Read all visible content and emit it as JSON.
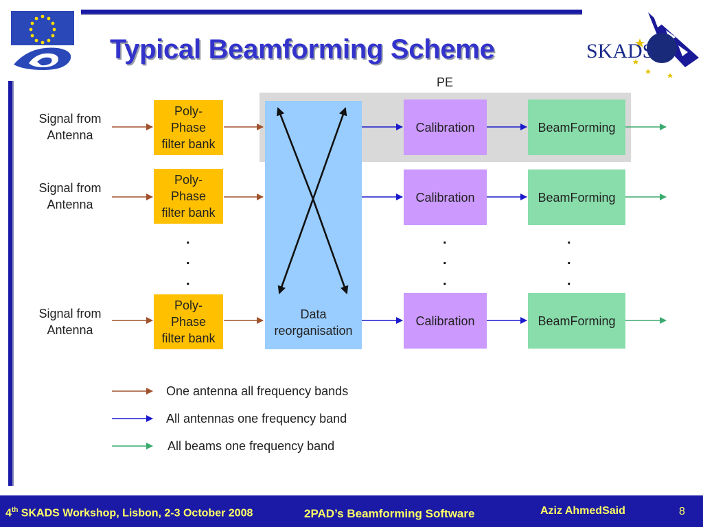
{
  "title": "Typical Beamforming Scheme",
  "pe_label": "PE",
  "signal_label": "Signal from\nAntenna",
  "filter_label": "Poly-\nPhase\nfilter bank",
  "data_reorg_label": "Data\nreorganisation",
  "calibration_label": "Calibration",
  "beamforming_label": "BeamForming",
  "dot": ".",
  "legend": [
    {
      "text": "One antenna all frequency bands",
      "color": "#a0522d"
    },
    {
      "text": "All antennas one frequency band",
      "color": "#1a1acc"
    },
    {
      "text": "All beams one frequency band",
      "color": "#3caa6e"
    }
  ],
  "logos": {
    "left": "eu-fp6-logo",
    "right_text": "SKADS"
  },
  "footer": {
    "workshop_num": "4",
    "workshop_sup": "th",
    "workshop_rest": " SKADS Workshop, Lisbon, 2-3 October 2008",
    "center": "2PAD’s Beamforming Software",
    "author": "Aziz AhmedSaid",
    "page": "8"
  },
  "colors": {
    "brown": "#a0522d",
    "blue": "#1a1acc",
    "green": "#3caa6e",
    "title": "#3333cc",
    "footer_bg": "#1a1aa6",
    "footer_text": "#ffff66"
  }
}
